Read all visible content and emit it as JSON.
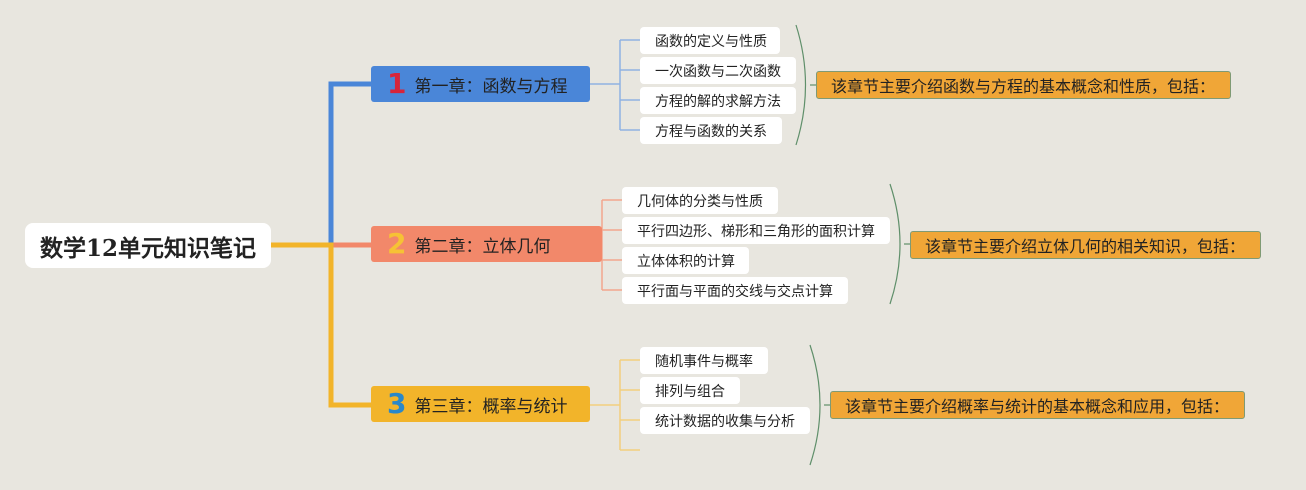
{
  "root": {
    "title": "数学12单元知识笔记"
  },
  "chapters": [
    {
      "num": "1",
      "title": "第一章：函数与方程",
      "color": "#4a86d8",
      "topics": [
        "函数的定义与性质",
        "一次函数与二次函数",
        "方程的解的求解方法",
        "方程与函数的关系"
      ],
      "summary": "该章节主要介绍函数与方程的基本概念和性质，包括："
    },
    {
      "num": "2",
      "title": "第二章：立体几何",
      "color": "#f2886a",
      "topics": [
        "几何体的分类与性质",
        "平行四边形、梯形和三角形的面积计算",
        "立体体积的计算",
        "平行面与平面的交线与交点计算"
      ],
      "summary": "该章节主要介绍立体几何的相关知识，包括："
    },
    {
      "num": "3",
      "title": "第三章：概率与统计",
      "color": "#f2b42a",
      "topics": [
        "随机事件与概率",
        "排列与组合",
        "统计数据的收集与分析"
      ],
      "summary": "该章节主要介绍概率与统计的基本概念和应用，包括："
    }
  ],
  "colors": {
    "background": "#e8e6df",
    "summary_fill": "#f0a637",
    "bracket": "#5f8f6a",
    "topic_line_1": "#8fb2e2",
    "topic_line_2": "#f2a68e",
    "topic_line_3": "#f2cf7e"
  }
}
